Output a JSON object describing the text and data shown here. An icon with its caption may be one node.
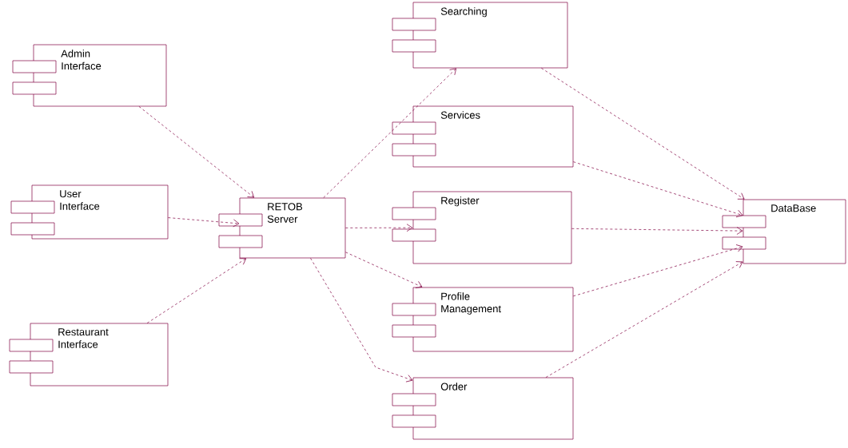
{
  "diagram": {
    "nodes": [
      {
        "text": [
          "Admin Interface"
        ]
      },
      {
        "text": [
          "User Interface"
        ]
      },
      {
        "text": [
          "Restaurant Interface"
        ]
      },
      {
        "text": [
          "RETOB Server"
        ]
      },
      {
        "text": [
          "Searching"
        ]
      },
      {
        "text": [
          "Services"
        ]
      },
      {
        "text": [
          "Register"
        ]
      },
      {
        "text": [
          "Profile Management"
        ]
      },
      {
        "text": [
          "Order"
        ]
      },
      {
        "text": [
          "DataBase"
        ]
      }
    ],
    "edges": [
      {
        "from": 0,
        "to": 3,
        "arrow": "to",
        "style": "dashed"
      },
      {
        "from": 1,
        "to": 3,
        "arrow": "to",
        "style": "dashed"
      },
      {
        "from": 2,
        "to": 3,
        "arrow": "to",
        "style": "dashed"
      },
      {
        "from": 3,
        "to": 4,
        "arrow": "to",
        "style": "dashed"
      },
      {
        "from": 3,
        "to": 6,
        "arrow": "to",
        "style": "dashed"
      },
      {
        "from": 3,
        "to": 7,
        "arrow": "to",
        "style": "dashed"
      },
      {
        "from": 3,
        "to": 8,
        "arrow": "to",
        "style": "dashed"
      },
      {
        "from": 4,
        "to": 9,
        "arrow": "to",
        "style": "dashed"
      },
      {
        "from": 5,
        "to": 9,
        "arrow": "to",
        "style": "dashed"
      },
      {
        "from": 6,
        "to": 9,
        "arrow": "to",
        "style": "dashed"
      },
      {
        "from": 7,
        "to": 9,
        "arrow": "to",
        "style": "dashed"
      },
      {
        "from": 8,
        "to": 9,
        "arrow": "to",
        "style": "dashed"
      }
    ]
  }
}
